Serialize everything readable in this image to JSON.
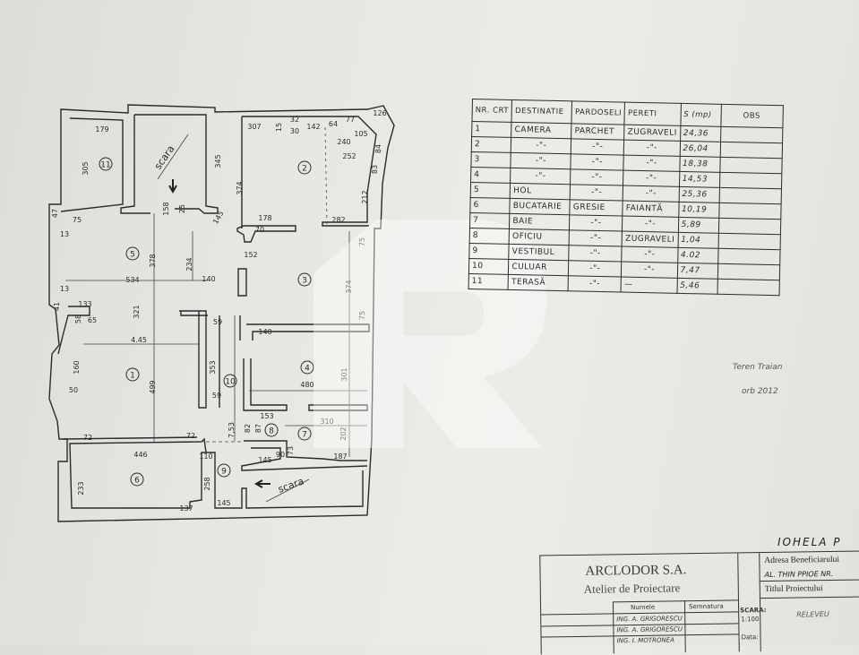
{
  "plan": {
    "rooms": [
      "11",
      "2",
      "5",
      "3",
      "1",
      "10",
      "4",
      "8",
      "7",
      "6",
      "9"
    ],
    "stair_label": "scara",
    "dims": [
      "179",
      "305",
      "345",
      "374",
      "307",
      "142",
      "178",
      "282",
      "212",
      "75",
      "47",
      "13",
      "158",
      "25",
      "145",
      "70",
      "152",
      "234",
      "378",
      "534",
      "140",
      "13",
      "41",
      "133",
      "374",
      "75",
      "75",
      "65",
      "58",
      "4.45",
      "321",
      "59",
      "140",
      "353",
      "499",
      "480",
      "301",
      "59",
      "160",
      "50",
      "72",
      "72",
      "446",
      "110",
      "7,53",
      "82",
      "87",
      "153",
      "310",
      "202",
      "145",
      "73",
      "90",
      "187",
      "233",
      "258",
      "145",
      "137",
      "15",
      "32",
      "30",
      "240",
      "252",
      "105",
      "126",
      "77",
      "64",
      "84",
      "83"
    ]
  },
  "room_table": {
    "headers": [
      "NR. CRT",
      "DESTINATIE",
      "PARDOSELI",
      "PERETI",
      "S (mp)",
      "OBS"
    ],
    "rows": [
      [
        "1",
        "CAMERA",
        "PARCHET",
        "ZUGRAVELI",
        "24,36",
        ""
      ],
      [
        "2",
        "-\"-",
        "-\"-",
        "-\"-",
        "26,04",
        ""
      ],
      [
        "3",
        "-\"-",
        "-\"-",
        "-\"-",
        "18,38",
        ""
      ],
      [
        "4",
        "-\"-",
        "-\"-",
        "-\"-",
        "14,53",
        ""
      ],
      [
        "5",
        "HOL",
        "-\"-",
        "-\"-",
        "25,36",
        ""
      ],
      [
        "6",
        "BUCATARIE",
        "GRESIE",
        "FAIANTĂ",
        "10,19",
        ""
      ],
      [
        "7",
        "BAIE",
        "-\"-",
        "-\"-",
        "5,89",
        ""
      ],
      [
        "8",
        "OFICIU",
        "-\"-",
        "ZUGRAVELI",
        "1,04",
        ""
      ],
      [
        "9",
        "VESTIBUL",
        "-\"-",
        "-\"-",
        "4.02",
        ""
      ],
      [
        "10",
        "CULUAR",
        "-\"-",
        "-\"-",
        "7,47",
        ""
      ],
      [
        "11",
        "TERASĂ",
        "-\"-",
        "—",
        "5,46",
        ""
      ]
    ]
  },
  "handwritten_note": {
    "line1": "Teren Traian",
    "line2": "orb 2012"
  },
  "title_block": {
    "client_name": "IOHELA P",
    "firm": "ARCLODOR S.A.",
    "workshop": "Atelier de Proiectare",
    "names_header": "Numele",
    "signature_header": "Semnatura",
    "names": [
      "ING. A. GRIGORESCU",
      "ING. A. GRIGORESCU",
      "ING. I. MOTRONEA"
    ],
    "scale_label": "SCARA:",
    "scale_value": "1:100",
    "date_label": "Data:",
    "address_label": "Adresa Beneficiarului",
    "address_value": "AL. THIN PPIOE NR.",
    "project_title_label": "Titlul Proiectului",
    "project_title_value": "RELEVEU"
  },
  "watermark": {
    "letter": "R",
    "color": "#ffffff"
  }
}
